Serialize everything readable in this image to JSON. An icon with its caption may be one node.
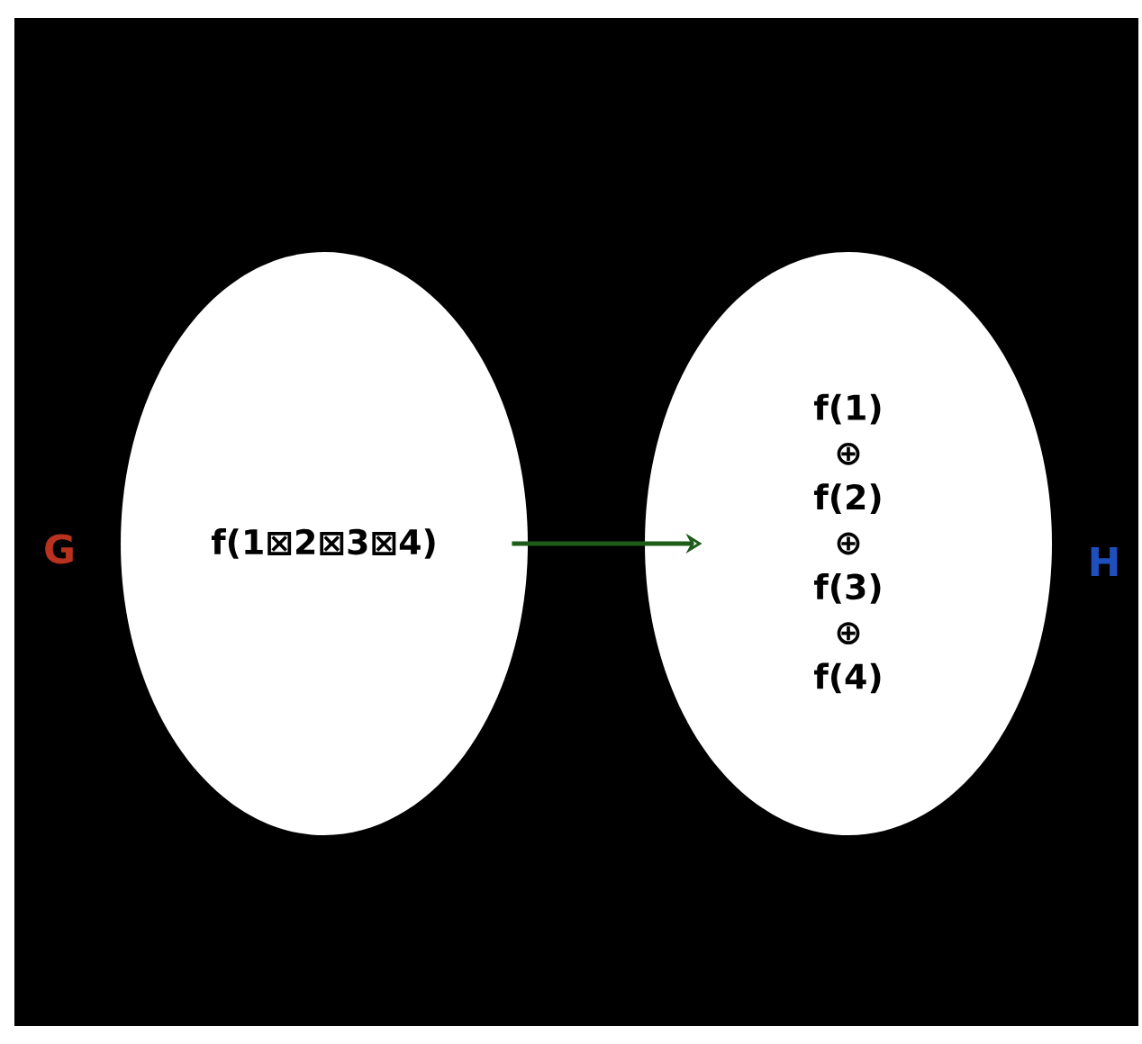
{
  "diagram": {
    "nodes": [
      {
        "text": [
          "f(1⊠2⊠3⊠4)"
        ]
      },
      {
        "text": [
          "f(1)",
          "⊕",
          "f(2)",
          "⊕",
          "f(3)",
          "⊕",
          "f(4)"
        ]
      }
    ],
    "edges": [
      {
        "from": 0,
        "to": 1,
        "arrow": "to",
        "color": "#1e5c1a"
      }
    ],
    "labels": [
      "G",
      "H"
    ]
  }
}
